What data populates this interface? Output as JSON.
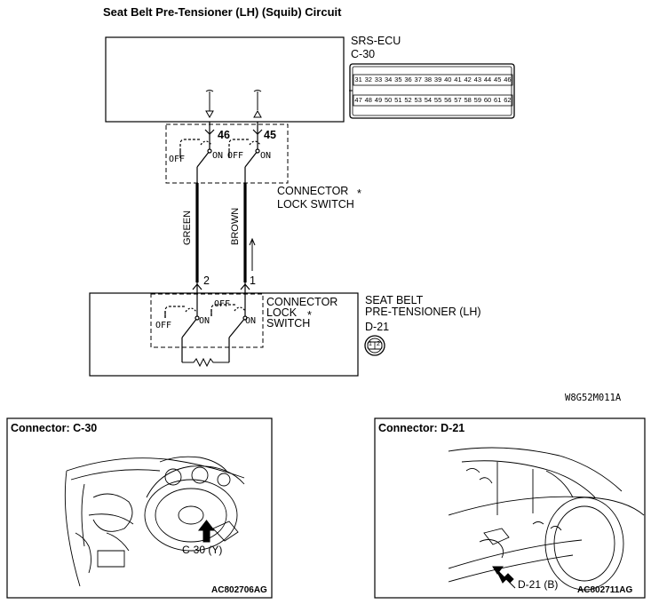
{
  "title": "Seat Belt Pre-Tensioner (LH) (Squib) Circuit",
  "ecu": {
    "name": "SRS-ECU",
    "connector": "C-30",
    "pins_top": [
      "31",
      "32",
      "33",
      "34",
      "35",
      "36",
      "37",
      "38",
      "39",
      "40",
      "41",
      "42",
      "43",
      "44",
      "45",
      "46"
    ],
    "pins_bottom": [
      "47",
      "48",
      "49",
      "50",
      "51",
      "52",
      "53",
      "54",
      "55",
      "56",
      "57",
      "58",
      "59",
      "60",
      "61",
      "62"
    ]
  },
  "ecu_switch": {
    "pin_left": "46",
    "pin_right": "45",
    "off": "OFF",
    "on": "ON",
    "label_line1": "CONNECTOR",
    "label_line2": "LOCK SWITCH",
    "asterisk": "*"
  },
  "wires": {
    "left": "GREEN",
    "right": "BROWN"
  },
  "pretensioner": {
    "pin_left": "2",
    "pin_right": "1",
    "off": "OFF",
    "on": "ON",
    "switch_line1": "CONNECTOR",
    "switch_line2": "LOCK",
    "switch_line3": "SWITCH",
    "asterisk": "*",
    "name_line1": "SEAT BELT",
    "name_line2": "PRE-TENSIONER (LH)",
    "connector": "D-21",
    "connector_pins": [
      "1",
      "2"
    ]
  },
  "figure_code": "W8G52M011A",
  "photo_left": {
    "title": "Connector: C-30",
    "callout": "C-30 (Y)",
    "code": "AC802706AG"
  },
  "photo_right": {
    "title": "Connector: D-21",
    "callout": "D-21 (B)",
    "code": "AC802711AG"
  }
}
